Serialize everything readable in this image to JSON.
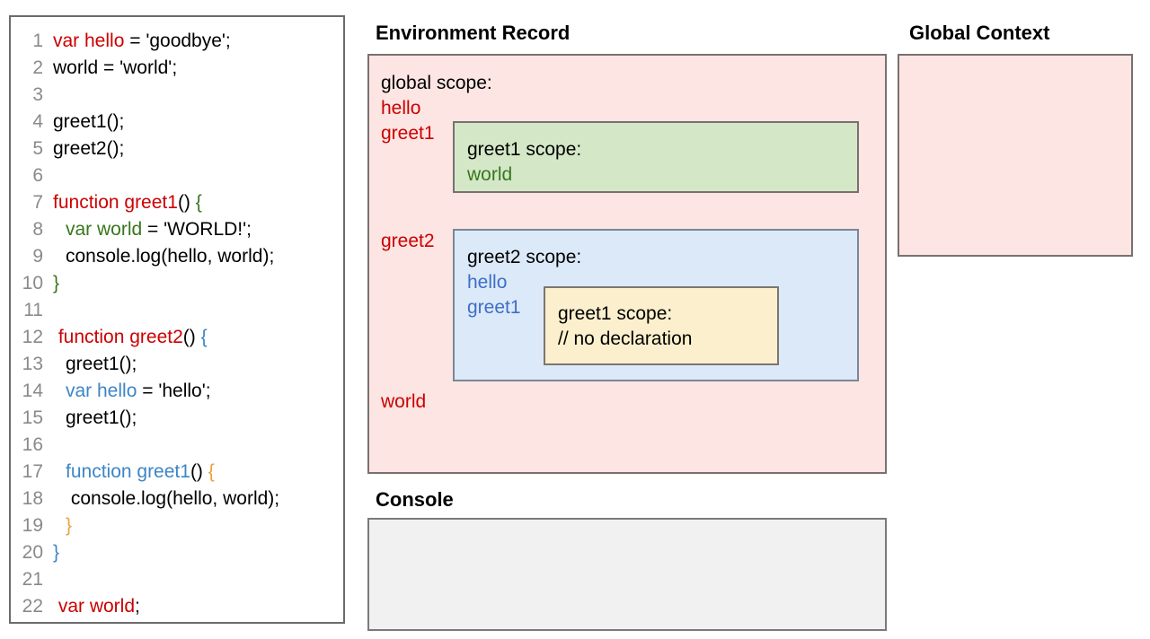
{
  "code_panel": {
    "lines": [
      {
        "n": "1",
        "indent": 0,
        "tokens": [
          {
            "t": "var hello",
            "c": "red"
          },
          {
            "t": " = 'goodbye';",
            "c": "black"
          }
        ]
      },
      {
        "n": "2",
        "indent": 0,
        "tokens": [
          {
            "t": "world = 'world';",
            "c": "black"
          }
        ]
      },
      {
        "n": "3",
        "indent": 0,
        "tokens": []
      },
      {
        "n": "4",
        "indent": 0,
        "tokens": [
          {
            "t": "greet1();",
            "c": "black"
          }
        ]
      },
      {
        "n": "5",
        "indent": 0,
        "tokens": [
          {
            "t": "greet2();",
            "c": "black"
          }
        ]
      },
      {
        "n": "6",
        "indent": 0,
        "tokens": []
      },
      {
        "n": "7",
        "indent": 0,
        "tokens": [
          {
            "t": "function greet1",
            "c": "red"
          },
          {
            "t": "() ",
            "c": "black"
          },
          {
            "t": "{",
            "c": "green"
          }
        ]
      },
      {
        "n": "8",
        "indent": 1,
        "tokens": [
          {
            "t": "var world",
            "c": "green"
          },
          {
            "t": " = 'WORLD!';",
            "c": "black"
          }
        ]
      },
      {
        "n": "9",
        "indent": 1,
        "tokens": [
          {
            "t": "console.log(hello, world);",
            "c": "black"
          }
        ]
      },
      {
        "n": "10",
        "indent": 0,
        "tokens": [
          {
            "t": "}",
            "c": "green"
          }
        ]
      },
      {
        "n": "11",
        "indent": 0,
        "tokens": []
      },
      {
        "n": "12",
        "indent": 0,
        "tokens": [
          {
            "t": " function greet2",
            "c": "red"
          },
          {
            "t": "() ",
            "c": "black"
          },
          {
            "t": "{",
            "c": "blue"
          }
        ]
      },
      {
        "n": "13",
        "indent": 1,
        "tokens": [
          {
            "t": "greet1();",
            "c": "black"
          }
        ]
      },
      {
        "n": "14",
        "indent": 1,
        "tokens": [
          {
            "t": "var hello",
            "c": "blue"
          },
          {
            "t": " = 'hello';",
            "c": "black"
          }
        ]
      },
      {
        "n": "15",
        "indent": 1,
        "tokens": [
          {
            "t": "greet1();",
            "c": "black"
          }
        ]
      },
      {
        "n": "16",
        "indent": 0,
        "tokens": []
      },
      {
        "n": "17",
        "indent": 1,
        "tokens": [
          {
            "t": "function greet1",
            "c": "blue"
          },
          {
            "t": "() ",
            "c": "black"
          },
          {
            "t": "{",
            "c": "orange"
          }
        ]
      },
      {
        "n": "18",
        "indent": 1,
        "tokens": [
          {
            "t": " console.log(hello, world);",
            "c": "black"
          }
        ]
      },
      {
        "n": "19",
        "indent": 1,
        "tokens": [
          {
            "t": "}",
            "c": "orange"
          }
        ]
      },
      {
        "n": "20",
        "indent": 0,
        "tokens": [
          {
            "t": "}",
            "c": "blue"
          }
        ]
      },
      {
        "n": "21",
        "indent": 0,
        "tokens": []
      },
      {
        "n": "22",
        "indent": 0,
        "tokens": [
          {
            "t": " var world",
            "c": "red"
          },
          {
            "t": ";",
            "c": "black"
          }
        ]
      }
    ]
  },
  "environment_record": {
    "title": "Environment Record",
    "global_scope_title": "global scope:",
    "global_vars": [
      "hello",
      "greet1",
      "greet2",
      "world"
    ],
    "greet1_scope": {
      "title": "greet1 scope:",
      "vars": [
        "world"
      ]
    },
    "greet2_scope": {
      "title": "greet2 scope:",
      "vars": [
        "hello",
        "greet1"
      ],
      "inner_greet1_scope": {
        "title": "greet1 scope:",
        "note": "// no declaration"
      }
    }
  },
  "global_context": {
    "title": "Global Context",
    "content": ""
  },
  "console": {
    "title": "Console",
    "content": ""
  },
  "colors": {
    "red": "#cc0000",
    "green": "#38761d",
    "blue": "#3d85c6",
    "orange": "#e8a33d",
    "pink_fill": "#fce5e3",
    "green_fill": "#d4e8c8",
    "blue_fill": "#dce9f8",
    "yellow_fill": "#fcefcd",
    "console_fill": "#f1f1f1",
    "border": "#7a7070"
  }
}
